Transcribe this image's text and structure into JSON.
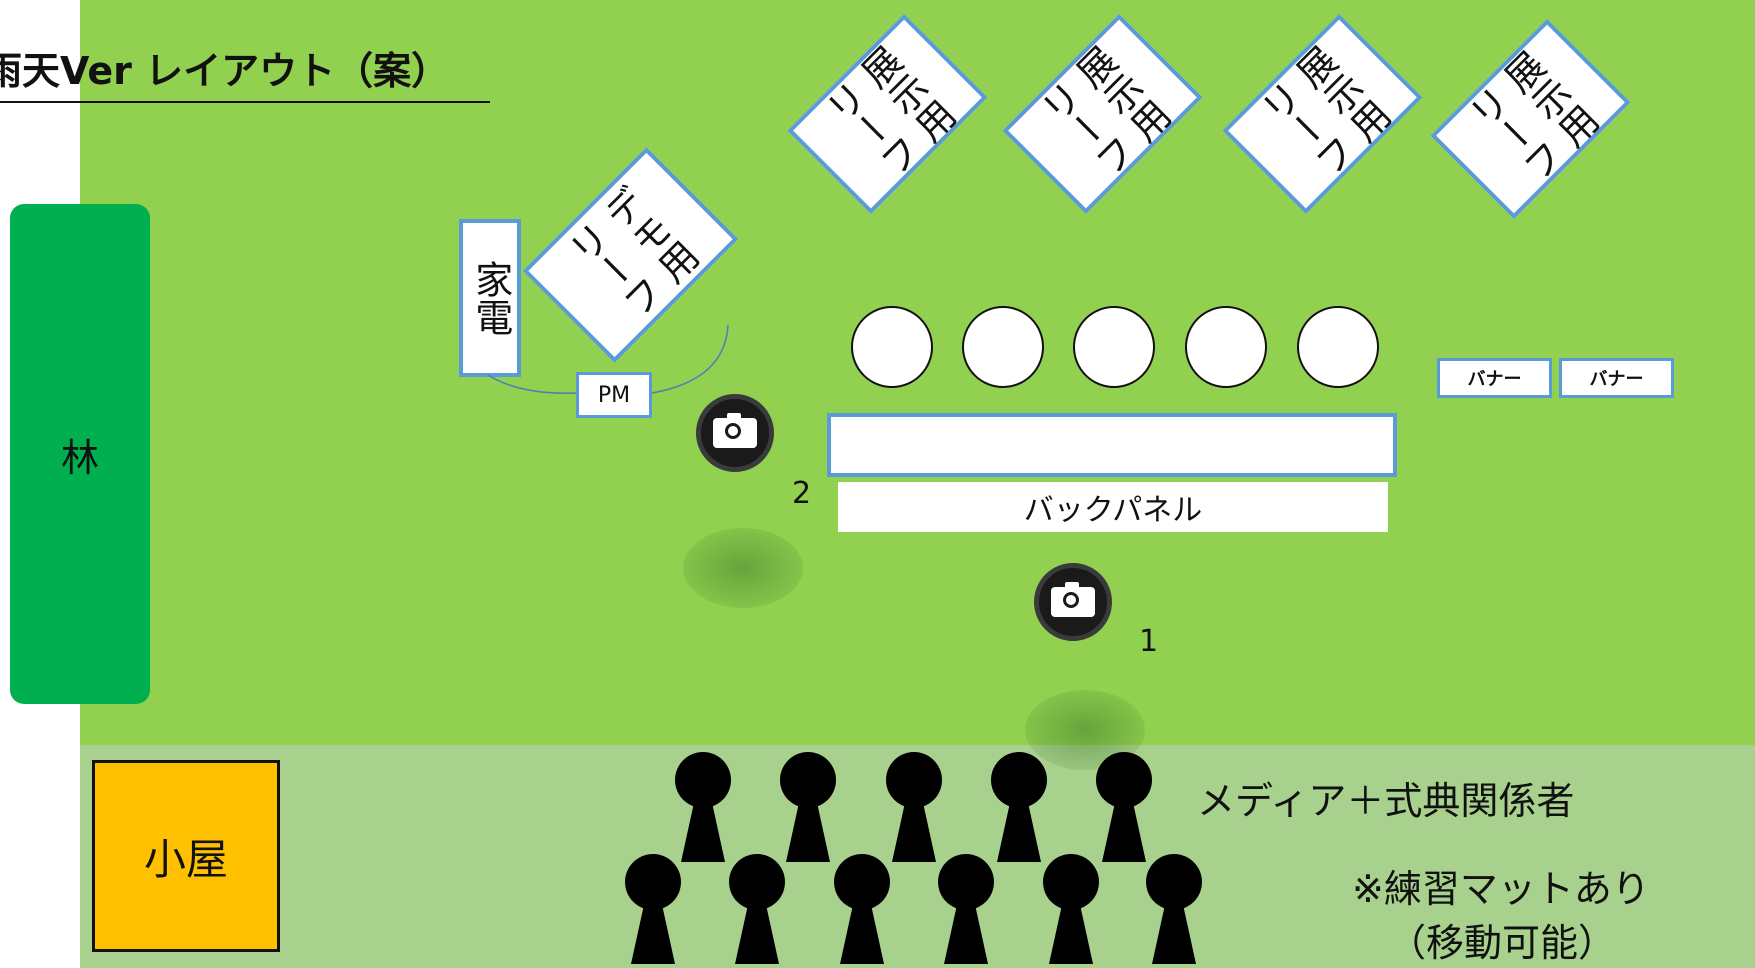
{
  "title": "雨天Ver レイアウト（案）",
  "areas": {
    "forest": "林",
    "hut": "小屋",
    "appliance": "家電",
    "pm": "PM",
    "back_panel": "バックパネル",
    "banner_left": "バナー",
    "banner_right": "バナー"
  },
  "leaflets": {
    "demo": [
      "デモ用",
      "リーフ"
    ],
    "display": [
      [
        "展示用",
        "リーフ"
      ],
      [
        "展示用",
        "リーフ"
      ],
      [
        "展示用",
        "リーフ"
      ],
      [
        "展示用",
        "リーフ"
      ]
    ]
  },
  "tables_count": 5,
  "cameras": [
    {
      "label": "1"
    },
    {
      "label": "2"
    }
  ],
  "audience": {
    "label": "メディア＋式典関係者",
    "note_line1": "※練習マットあり",
    "note_line2": "（移動可能）",
    "row1_count": 5,
    "row2_count": 6
  },
  "colors": {
    "lawn": "#92d050",
    "practice_area": "#a9d18e",
    "forest": "#00b050",
    "hut": "#ffc000",
    "box_border": "#5b9bd5"
  }
}
